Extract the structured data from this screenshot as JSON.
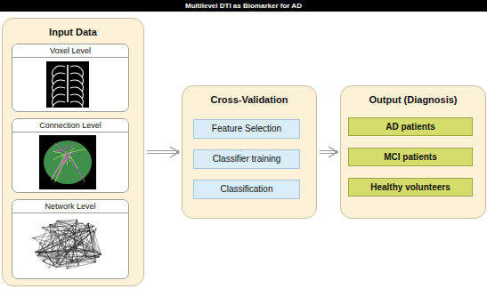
{
  "diagram": {
    "title": "Multilevel DTI as Biomarker for AD",
    "nodes": [
      {
        "text": [
          "Input Data"
        ]
      },
      {
        "text": [
          "Voxel Level"
        ],
        "in": 0
      },
      {
        "text": [
          "Connection Level"
        ],
        "in": 0
      },
      {
        "text": [
          "Network Level"
        ],
        "in": 0
      },
      {
        "text": [
          "Cross-Validation"
        ]
      },
      {
        "text": [
          "Feature Selection"
        ],
        "in": 4
      },
      {
        "text": [
          "Classifier training"
        ],
        "in": 4
      },
      {
        "text": [
          "Classification"
        ],
        "in": 4
      },
      {
        "text": [
          "Output (Diagnosis)"
        ]
      },
      {
        "text": [
          "AD patients"
        ],
        "in": 8
      },
      {
        "text": [
          "MCI patients"
        ],
        "in": 8
      },
      {
        "text": [
          "Healthy volunteers"
        ],
        "in": 8
      }
    ],
    "edges": [
      {
        "from": 0,
        "to": 4,
        "arrow": "to"
      },
      {
        "from": 4,
        "to": 8,
        "arrow": "to"
      }
    ]
  }
}
